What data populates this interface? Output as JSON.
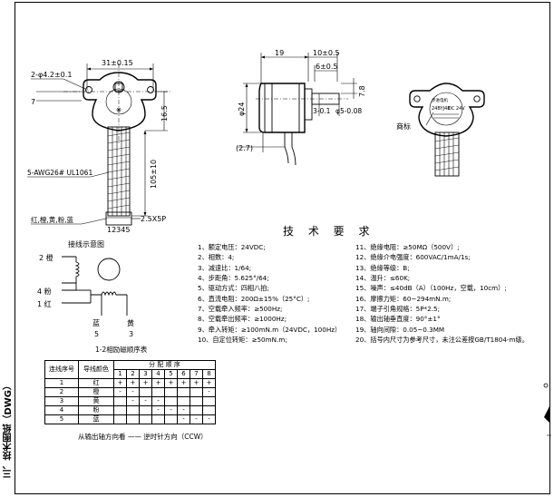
{
  "side_title": "三、技术图纸（DWG）",
  "front_view": {
    "width_dim": "31±0.15",
    "hole_dim": "2-φ4.2±0.1",
    "dim_7": "7",
    "dim_16_5": "16.5",
    "wire_spec": "5-AWG26# UL1061",
    "wire_length": "105±10",
    "wire_colors": "红,橙,黄,粉,蓝",
    "connector_spec": "2.5X5P",
    "pin_numbers": "12345"
  },
  "side_view": {
    "dim_19": "19",
    "dim_10": "10±0.5",
    "dim_6": "6±0.5",
    "dim_24": "φ24",
    "dim_7_8": "7.8",
    "dim_2_7": "(2.7)",
    "dim_shaft_flat": "3-0.1",
    "dim_shaft_dia": "φ5-0.08"
  },
  "label_view": {
    "label_text": "商标",
    "sticker_line1": "24BYJ48",
    "sticker_line2": "DC 24V",
    "sticker_brand": "步进电机"
  },
  "wiring": {
    "title": "接线示意图",
    "labels": [
      "2 橙",
      "4 粉",
      "1 红"
    ],
    "bottom_labels": [
      "蓝",
      "黄"
    ],
    "bottom_pins": [
      "5",
      "3"
    ]
  },
  "sequence_table": {
    "caption": "1-2相励磁顺序表",
    "headers": [
      "连线序号",
      "导线颜色",
      "分 配 顺 序"
    ],
    "steps": [
      "1",
      "2",
      "3",
      "4",
      "5",
      "6",
      "7",
      "8"
    ],
    "rows": [
      {
        "no": "1",
        "color": "红",
        "marks": [
          "+",
          "+",
          "+",
          "+",
          "+",
          "+",
          "+",
          "+"
        ]
      },
      {
        "no": "2",
        "color": "橙",
        "marks": [
          "-",
          "-",
          "",
          "",
          "",
          "",
          "",
          "-"
        ]
      },
      {
        "no": "3",
        "color": "黄",
        "marks": [
          "",
          "-",
          "-",
          "-",
          "",
          "",
          "",
          ""
        ]
      },
      {
        "no": "4",
        "color": "粉",
        "marks": [
          "",
          "",
          "",
          "-",
          "-",
          "-",
          "",
          ""
        ]
      },
      {
        "no": "5",
        "color": "蓝",
        "marks": [
          "",
          "",
          "",
          "",
          "",
          "-",
          "-",
          "-"
        ]
      }
    ],
    "direction_note": "从输出轴方向看 —— 逆时针方向（CCW）"
  },
  "tech_title": "技 术 要 求",
  "specs_left": [
    "1、额定电压：24VDC;",
    "2、相数：4;",
    "3、减速比：1/64;",
    "4、步距角：5.625°/64;",
    "5、驱动方式：四相八拍;",
    "6、直流电阻：200Ω±15%（25°C）;",
    "7、空载牵入频率：≥500Hz;",
    "8、空载牵出频率：≥1000Hz;",
    "9、牵入转矩：≥100mN.m（24VDC，100Hz）",
    "10、自定位转矩：≥50mN.m;"
  ],
  "specs_right": [
    "11、绝缘电阻：≥50MΩ（500V）;",
    "12、绝缘介电强度：600VAC/1mA/1s;",
    "13、绝缘等级：B;",
    "14、温升：≤60K;",
    "15、噪声：≤40dB（A）（100Hz，空载，10cm）;",
    "16、摩擦力矩：60~294mN.m;",
    "17、端子引角规格：5P*2.5;",
    "18、输出轴垂直度：90°±1°",
    "19、轴向间隙：0.05~0.3MM",
    "20、括号内尺寸为参考尺寸，未注公差按GB/T1804-m级。"
  ]
}
